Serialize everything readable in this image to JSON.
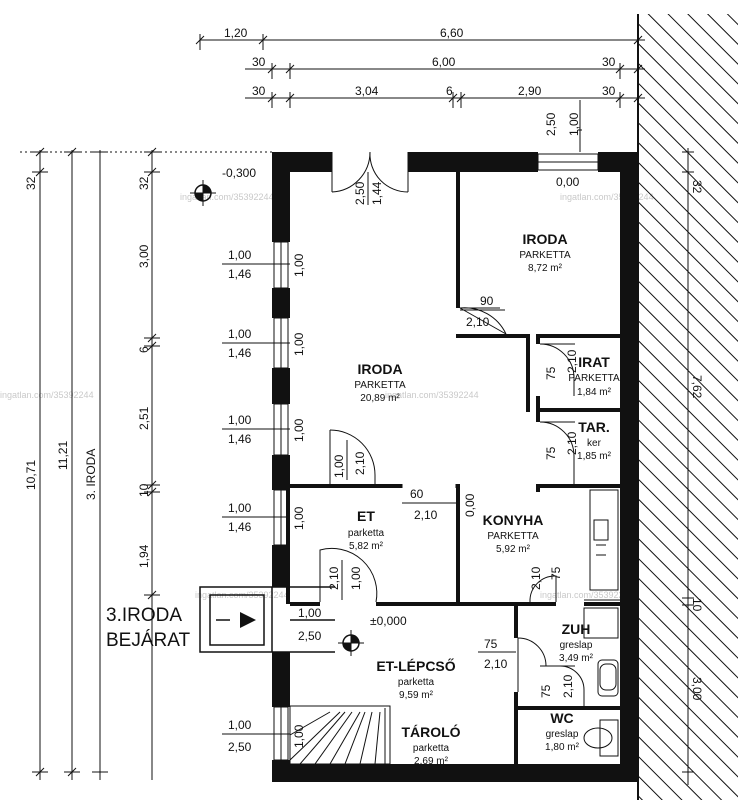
{
  "top_dimensions": {
    "row1": [
      "1,20",
      "6,60"
    ],
    "row2": [
      "30",
      "6,00",
      "30"
    ],
    "row3": [
      "30",
      "3,04",
      "6",
      "2,90",
      "30"
    ]
  },
  "left_dimensions": {
    "outer": [
      "32",
      "10,71",
      "11,21",
      "3. IRODA"
    ],
    "inner": [
      "32",
      "3,00",
      "6",
      "2,51",
      "10",
      "1,94"
    ]
  },
  "right_dimensions": [
    "32",
    "7,62",
    "10",
    "3,00"
  ],
  "level_marks": {
    "level_top": "-0,300",
    "level_entry": "±0,000",
    "top_window_sill": "0,00",
    "top_window_w": "1,00",
    "top_window_h": "2,50"
  },
  "windows_left": [
    {
      "w": "1,00",
      "h": "1,46",
      "v": "1,00"
    },
    {
      "w": "1,00",
      "h": "1,46",
      "v": "1,00"
    },
    {
      "w": "1,00",
      "h": "1,46",
      "v": "1,00"
    },
    {
      "w": "1,00",
      "h": "1,46",
      "v": "1,00"
    },
    {
      "w": "1,00",
      "h": "2,50",
      "v": "1,00"
    }
  ],
  "rooms": [
    {
      "name": "IRODA",
      "floor": "PARKETTA",
      "area": "8,72 m²"
    },
    {
      "name": "IRODA",
      "floor": "PARKETTA",
      "area": "20,89 m²"
    },
    {
      "name": "IRAT",
      "floor": "PARKETTA",
      "area": "1,84 m²"
    },
    {
      "name": "TAR.",
      "floor": "ker",
      "area": "1,85 m²"
    },
    {
      "name": "ET",
      "floor": "parketta",
      "area": "5,82 m²"
    },
    {
      "name": "KONYHA",
      "floor": "PARKETTA",
      "area": "5,92 m²"
    },
    {
      "name": "ZUH",
      "floor": "greslap",
      "area": "3,49 m²"
    },
    {
      "name": "ET-LÉPCSŐ",
      "floor": "parketta",
      "area": "9,59 m²"
    },
    {
      "name": "WC",
      "floor": "greslap",
      "area": "1,80 m²"
    },
    {
      "name": "TÁROLÓ",
      "floor": "parketta",
      "area": "2,69 m²"
    }
  ],
  "door_labels": {
    "top_door_h": "2,50",
    "top_door_w": "1,44",
    "iroda_door_w": "90",
    "iroda_door_h": "2,10",
    "et_door_w": "1,00",
    "et_door_h": "2,10",
    "et_opening_w": "60",
    "et_opening_h": "2,10",
    "et_opening_v": "0,00",
    "irat_door_w": "75",
    "irat_door_h": "2,10",
    "tar_door_w": "75",
    "tar_door_h": "2,10",
    "konyha_door_w": "75",
    "konyha_door_h": "2,10",
    "lepcso_door_w": "1,00",
    "lepcso_door_h": "2,10",
    "zuh_door_w": "75",
    "zuh_door_h": "2,10",
    "wc_door_w": "75",
    "wc_door_h": "2,10",
    "entry_w": "1,00",
    "entry_h": "2,50"
  },
  "entrance_label": [
    "3.IRODA",
    "BEJÁRAT"
  ],
  "watermark": "ingatlan.com/35392244"
}
